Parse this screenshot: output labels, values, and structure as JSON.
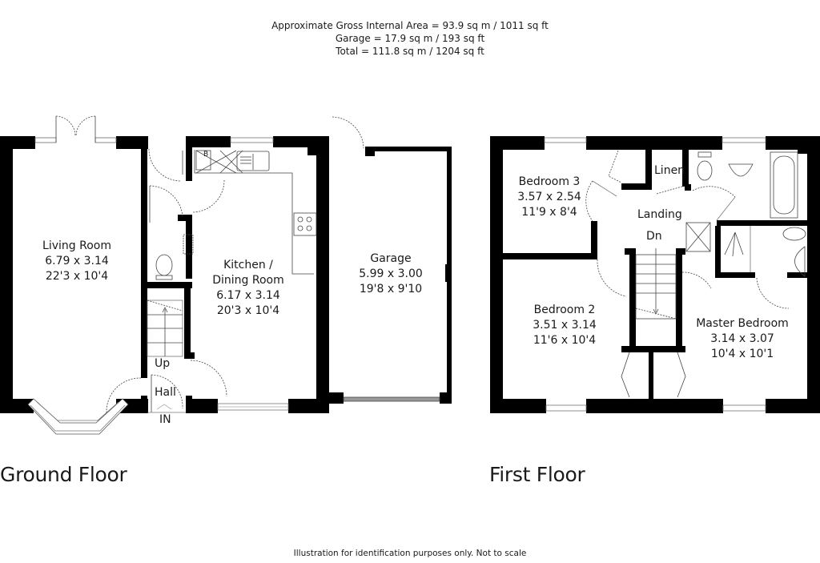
{
  "header": {
    "line1": "Approximate Gross Internal Area = 93.9 sq m / 1011 sq ft",
    "line2": "Garage = 17.9 sq m / 193 sq ft",
    "line3": "Total = 111.8 sq m / 1204 sq ft"
  },
  "ground_floor": {
    "title": "Ground Floor",
    "rooms": [
      {
        "name": "Living Room",
        "metric": "6.79 x 3.14",
        "imperial": "22'3 x 10'4"
      },
      {
        "name": "Kitchen /",
        "name2": "Dining Room",
        "metric": "6.17 x 3.14",
        "imperial": "20'3 x 10'4"
      },
      {
        "name": "Garage",
        "metric": "5.99 x 3.00",
        "imperial": "19'8 x 9'10"
      }
    ],
    "labels": {
      "up": "Up",
      "hall": "Hall",
      "entrance": "IN",
      "boiler": "B"
    }
  },
  "first_floor": {
    "title": "First Floor",
    "rooms": [
      {
        "name": "Bedroom 3",
        "metric": "3.57 x 2.54",
        "imperial": "11'9 x 8'4"
      },
      {
        "name": "Bedroom 2",
        "metric": "3.51 x 3.14",
        "imperial": "11'6 x 10'4"
      },
      {
        "name": "Master Bedroom",
        "metric": "3.14 x 3.07",
        "imperial": "10'4 x 10'1"
      }
    ],
    "labels": {
      "linen": "Linen",
      "landing": "Landing",
      "down": "Dn"
    }
  },
  "footer": {
    "disclaimer": "Illustration for identification purposes only. Not to scale"
  },
  "colors": {
    "wall": "#000000",
    "fixture": "#555555",
    "background": "#ffffff"
  }
}
